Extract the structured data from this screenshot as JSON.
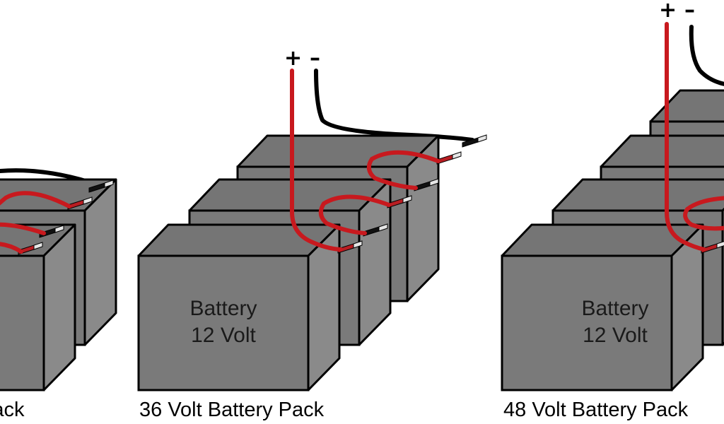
{
  "colors": {
    "front_face": "#7a7a7a",
    "top_face": "#757575",
    "side_face": "#8a8a8a",
    "outline": "#000000",
    "positive_wire": "#c8191e",
    "negative_wire": "#000000",
    "terminal_positive": "#b81d22",
    "terminal_negative": "#111111",
    "terminal_cap": "#e6e6e6"
  },
  "batteries": [
    {
      "line1": "Battery",
      "line2": "12 Volt"
    },
    {
      "line1": "Battery",
      "line2": "12 Volt"
    }
  ],
  "packs": [
    {
      "label": "Pack"
    },
    {
      "label": "36 Volt Battery Pack"
    },
    {
      "label": "48 Volt Battery Pack"
    }
  ],
  "polarity": {
    "positive": "+",
    "negative": "–"
  }
}
